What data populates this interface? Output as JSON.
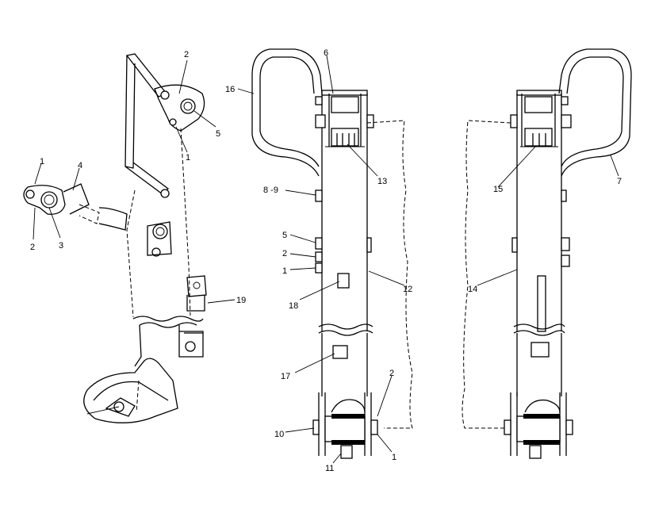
{
  "labels": {
    "left_1a": "1",
    "left_4": "4",
    "left_2a": "2",
    "left_3": "3",
    "left_2b": "2",
    "left_5": "5",
    "left_1b": "1",
    "left_19": "19",
    "mid_16": "16",
    "mid_6": "6",
    "mid_13": "13",
    "mid_89": "8 -9",
    "mid_5": "5",
    "mid_2a": "2",
    "mid_1a": "1",
    "mid_12": "12",
    "mid_18": "18",
    "mid_17": "17",
    "mid_2b": "2",
    "mid_10": "10",
    "mid_11": "11",
    "mid_1b": "1",
    "right_7": "7",
    "right_15": "15",
    "right_14": "14"
  }
}
